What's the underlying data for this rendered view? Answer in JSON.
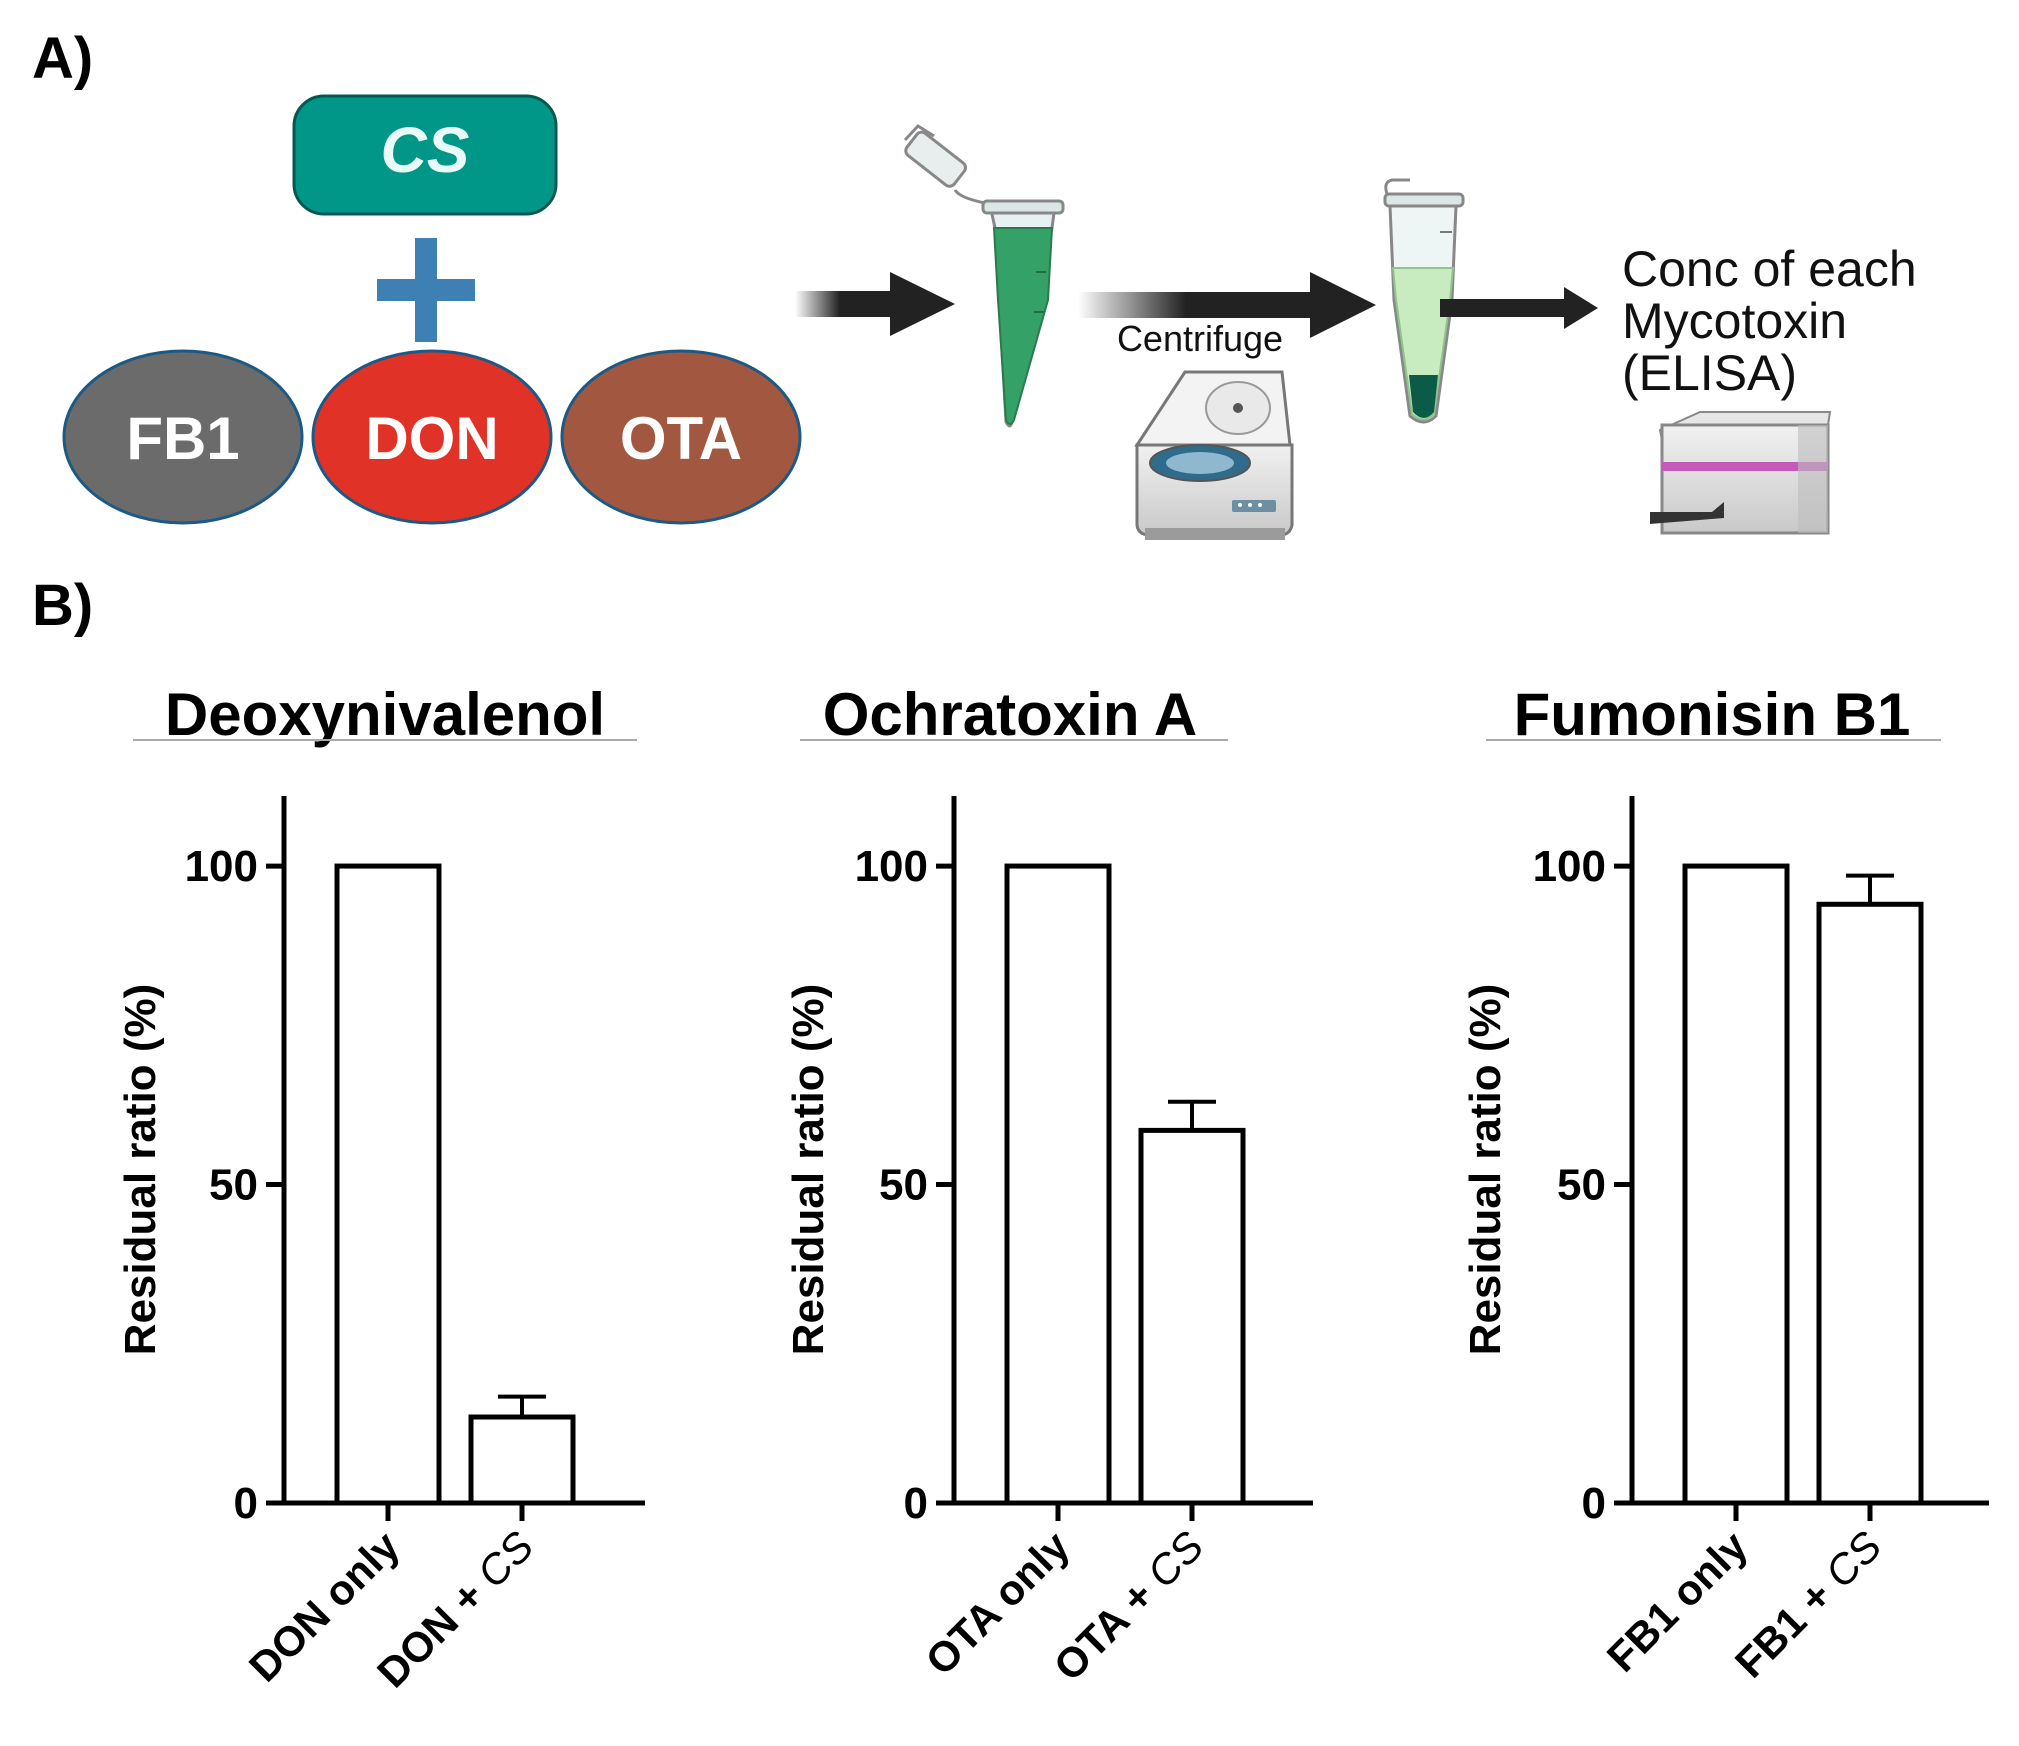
{
  "panel_a": {
    "label": "A)",
    "additive": "CS",
    "plus": "+",
    "toxins": [
      "FB1",
      "DON",
      "OTA"
    ],
    "step_centrifuge": "Centrifuge",
    "result_line1": "Conc of each",
    "result_line2": "Mycotoxin",
    "result_line3": "(ELISA)",
    "colors": {
      "cs_box": "#009688",
      "plus": "#3f80b4",
      "fb1": "#6b6b6b",
      "don": "#e03226",
      "ota": "#a25740",
      "oval_border": "#1c5a86",
      "tube_green": "#34a266",
      "tube_light": "#c8ecc0",
      "pellet": "#0c5a48",
      "reader_stripe": "#c45bb8"
    },
    "icons": [
      "microtube-open-icon",
      "centrifuge-icon",
      "microtube-pellet-icon",
      "plate-reader-icon"
    ]
  },
  "panel_b": {
    "label": "B)"
  },
  "chart_data": [
    {
      "type": "bar",
      "title": "Deoxynivalenol",
      "ylabel": "Residual ratio (%)",
      "xlabel": "",
      "ylim": [
        0,
        111
      ],
      "yticks": [
        0,
        50,
        100
      ],
      "categories": [
        {
          "main": "DON only",
          "suffix": ""
        },
        {
          "main": "DON + ",
          "suffix": "CS"
        }
      ],
      "values": [
        100,
        13.5
      ],
      "errors": [
        0,
        3.2
      ],
      "grid": false
    },
    {
      "type": "bar",
      "title": "Ochratoxin A",
      "ylabel": "Residual ratio (%)",
      "xlabel": "",
      "ylim": [
        0,
        111
      ],
      "yticks": [
        0,
        50,
        100
      ],
      "categories": [
        {
          "main": "OTA only",
          "suffix": ""
        },
        {
          "main": "OTA + ",
          "suffix": "CS"
        }
      ],
      "values": [
        100,
        58.5
      ],
      "errors": [
        0,
        4.5
      ],
      "grid": false
    },
    {
      "type": "bar",
      "title": "Fumonisin B1",
      "ylabel": "Residual ratio (%)",
      "xlabel": "",
      "ylim": [
        0,
        111
      ],
      "yticks": [
        0,
        50,
        100
      ],
      "categories": [
        {
          "main": "FB1 only",
          "suffix": ""
        },
        {
          "main": "FB1 + ",
          "suffix": "CS"
        }
      ],
      "values": [
        100,
        94
      ],
      "errors": [
        0,
        4.5
      ],
      "grid": false
    }
  ]
}
